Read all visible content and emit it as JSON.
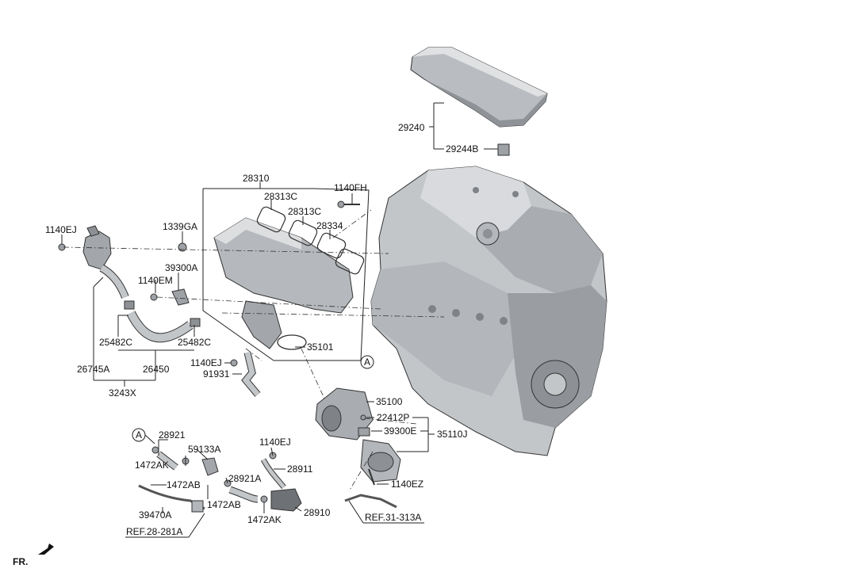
{
  "labels": {
    "p29240": "29240",
    "p29244B": "29244B",
    "p28310": "28310",
    "p1140FH": "1140FH",
    "p28313C_a": "28313C",
    "p28313C_b": "28313C",
    "p28334": "28334",
    "p1339GA": "1339GA",
    "p1140EJ_a": "1140EJ",
    "p39300A": "39300A",
    "p1140EM": "1140EM",
    "p25482C_a": "25482C",
    "p25482C_b": "25482C",
    "p35101": "35101",
    "p26745A": "26745A",
    "p26450": "26450",
    "p3243X": "3243X",
    "p1140EJ_b": "1140EJ",
    "p91931": "91931",
    "pA_a": "A",
    "p35100": "35100",
    "p22412P": "22412P",
    "p39300E": "39300E",
    "p35110J": "35110J",
    "pA_b": "A",
    "p28921": "28921",
    "p1472AK_a": "1472AK",
    "p59133A": "59133A",
    "p1140EJ_c": "1140EJ",
    "p28911": "28911",
    "p1472AB_a": "1472AB",
    "p28921A": "28921A",
    "p1472AB_b": "1472AB",
    "p39470A": "39470A",
    "p1472AK_b": "1472AK",
    "p28910": "28910",
    "p1140EZ": "1140EZ",
    "ref1": "REF.28-281A",
    "ref2": "REF.31-313A",
    "front": "FR."
  },
  "colors": {
    "part_fill": "#c9cccf",
    "part_dark": "#8d9196",
    "part_light": "#e4e6e8",
    "line": "#222222"
  }
}
